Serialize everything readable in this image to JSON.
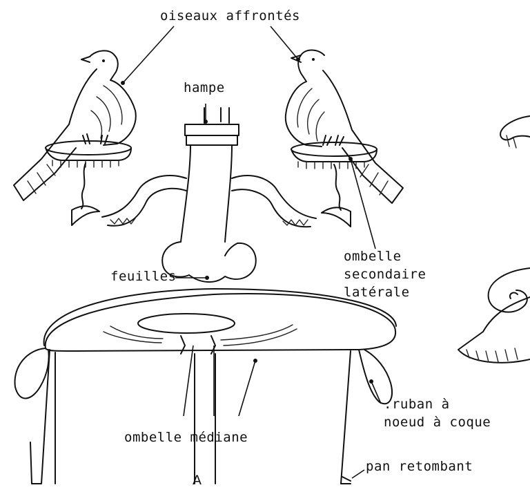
{
  "figure": {
    "panel_letter": "A",
    "labels": {
      "birds": "oiseaux affrontés",
      "shaft": "hampe",
      "leaves": "feuilles",
      "lateral_umbel_line1": "ombelle",
      "lateral_umbel_line2": "secondaire",
      "lateral_umbel_line3": "latérale",
      "median_umbel": "ombelle médiane",
      "ribbon_line1": ".ruban à",
      "ribbon_line2": "noeud à coque",
      "hanging_flap": "pan retombant"
    }
  }
}
